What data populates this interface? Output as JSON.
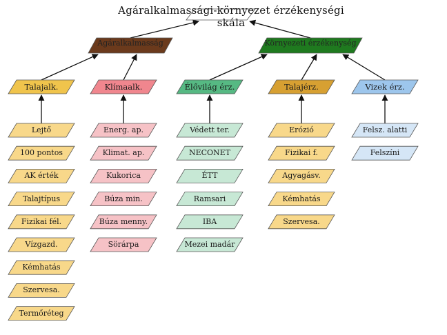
{
  "title": "Agáralkalmassági-környezet érzékenységi skála",
  "colors": {
    "agro_header": "#6b3a1c",
    "env_header": "#1f7a1f",
    "talaj": "#f0c44c",
    "klima": "#f0868e",
    "klima_items": "#f6c2c6",
    "elovilag": "#56b983",
    "elovilag_items": "#c7e8d5",
    "talajerz": "#d7a032",
    "vizek": "#9dc6ec",
    "vizek_items": "#d5e6f6",
    "talaj_items": "#f8d88a",
    "talajerz_items": "#f8d88a",
    "stroke": "#555555",
    "arrow": "#111111"
  },
  "headers": [
    {
      "id": "agro",
      "label": "Agáralkalmasság"
    },
    {
      "id": "env",
      "label": "Környezeti érzékenység"
    }
  ],
  "categories": [
    {
      "id": "talaj",
      "label": "Talajalk.",
      "parent": "agro",
      "items": [
        "Lejtő",
        "100 pontos",
        "AK érték",
        "Talajtípus",
        "Fizikai fél.",
        "Vízgazd.",
        "Kémhatás",
        "Szervesa.",
        "Termőréteg"
      ]
    },
    {
      "id": "klima",
      "label": "Klímaalk.",
      "parent": "agro",
      "items": [
        "Energ. ap.",
        "Klimat. ap.",
        "Kukorica",
        "Búza min.",
        "Búza menny.",
        "Sörárpa"
      ]
    },
    {
      "id": "elovilag",
      "label": "Élővilág érz.",
      "parent": "env",
      "items": [
        "Védett ter.",
        "NECONET",
        "ÉTT",
        "Ramsari",
        "IBA",
        "Mezei madár"
      ]
    },
    {
      "id": "talajerz",
      "label": "Talajérz.",
      "parent": "env",
      "items": [
        "Erózió",
        "Fizikai f.",
        "Agyagásv.",
        "Kémhatás",
        "Szervesa."
      ]
    },
    {
      "id": "vizek",
      "label": "Vizek érz.",
      "parent": "env",
      "items": [
        "Felsz. alatti",
        "Felszíni"
      ]
    }
  ]
}
